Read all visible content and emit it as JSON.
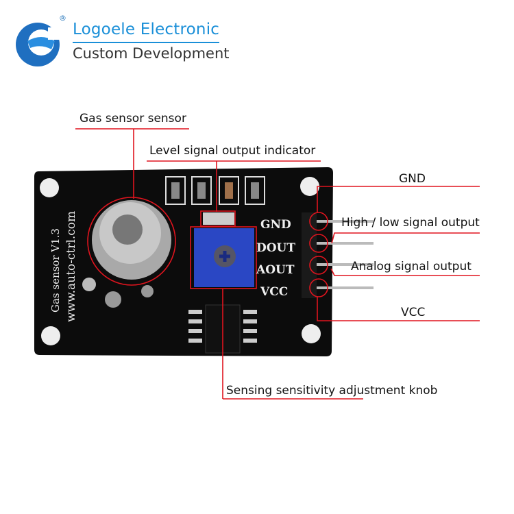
{
  "logo": {
    "brand_name": "Logoele Electronic",
    "tagline": "Custom Development",
    "registered_mark": "®"
  },
  "board": {
    "silkscreen_title": "Gas sensor  V1.3",
    "silkscreen_url": "www.auto-ctrl.com",
    "pins": [
      "GND",
      "DOUT",
      "AOUT",
      "VCC"
    ]
  },
  "annotations": {
    "gas_sensor": "Gas sensor sensor",
    "indicator": "Level signal output indicator",
    "gnd": "GND",
    "dout": "High / low signal output",
    "aout": "Analog signal output",
    "vcc": "VCC",
    "knob": "Sensing sensitivity adjustment knob"
  },
  "colors": {
    "annotation": "#e0141e",
    "brand_blue": "#1a8fd8",
    "board": "#0c0c0c",
    "pot": "#2a47c4"
  }
}
